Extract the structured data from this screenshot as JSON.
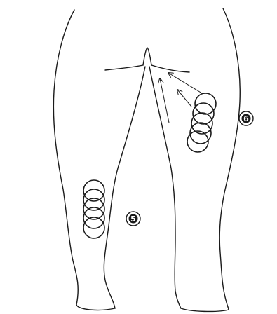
{
  "illustration": {
    "subject": "posterior-view-of-legs",
    "stroke_color": "#1a1a1a",
    "background": "#ffffff"
  },
  "markers": [
    {
      "id": "step-5",
      "label": "5",
      "ring_count": 5
    },
    {
      "id": "step-6",
      "label": "6",
      "ring_count": 5
    }
  ],
  "arrows": [
    {
      "id": "arrow-upper",
      "direction": "up-left"
    },
    {
      "id": "arrow-middle",
      "direction": "up-left"
    },
    {
      "id": "arrow-inner-thigh",
      "direction": "up"
    }
  ]
}
